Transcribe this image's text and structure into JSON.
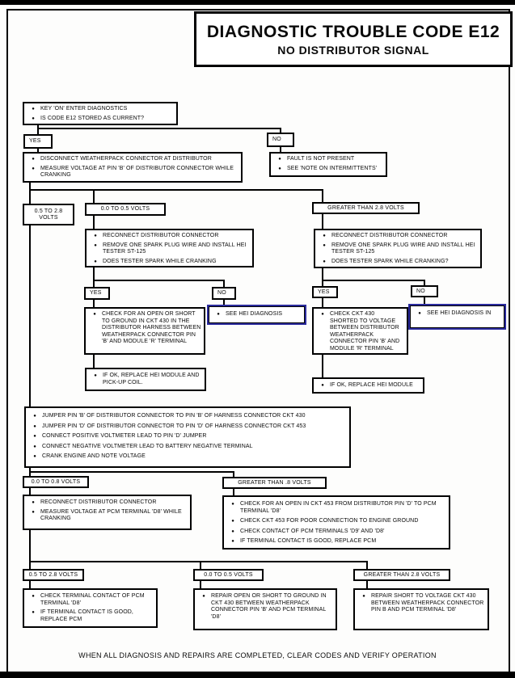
{
  "page": {
    "title": "DIAGNOSTIC TROUBLE CODE E12",
    "subtitle": "NO DISTRIBUTOR SIGNAL",
    "footer": "WHEN ALL DIAGNOSIS AND REPAIRS ARE COMPLETED, CLEAR CODES AND VERIFY OPERATION"
  },
  "icons": {
    "bullet": "●"
  },
  "colors": {
    "line": "#000000",
    "highlight_border": "#2b2b9e"
  },
  "nodes": {
    "start": [
      "KEY 'ON' ENTER DIAGNOSTICS",
      "IS CODE E12 STORED AS CURRENT?"
    ],
    "yes1": "YES",
    "no1": "NO",
    "disconnect": [
      "DISCONNECT WEATHERPACK CONNECTOR AT DISTRIBUTOR",
      "MEASURE VOLTAGE AT PIN 'B' OF DISTRIBUTOR CONNECTOR WHILE CRANKING"
    ],
    "fault_not_present": [
      "FAULT IS NOT PRESENT",
      "SEE 'NOTE ON INTERMITTENTS'"
    ],
    "v_05_28": "0.5 TO 2.8 VOLTS",
    "v_00_05": "0.0 TO 0.5 VOLTS",
    "v_gt_28": "GREATER THAN 2.8 VOLTS",
    "reconnect_mid": [
      "RECONNECT DISTRIBUTOR CONNECTOR",
      "REMOVE ONE SPARK PLUG WIRE AND INSTALL HEI TESTER ST-125",
      "DOES TESTER SPARK WHILE CRANKING"
    ],
    "reconnect_right": [
      "RECONNECT DISTRIBUTOR CONNECTOR",
      "REMOVE ONE SPARK PLUG WIRE AND INSTALL HEI TESTER ST-125",
      "DOES TESTER SPARK WHILE CRANKING?"
    ],
    "yes2": "YES",
    "no2": "NO",
    "check_open_short": [
      "CHECK FOR AN OPEN OR SHORT TO GROUND IN CKT 430 IN THE DISTRIBUTOR HARNESS BETWEEN WEATHERPACK CONNECTOR PIN 'B' AND MODULE 'R' TERMINAL"
    ],
    "see_hei_1": [
      "SEE HEI DIAGNOSIS"
    ],
    "if_ok_1": [
      "IF OK, REPLACE HEI MODULE AND PICK-UP COIL."
    ],
    "yes3": "YES",
    "no3": "NO",
    "check_ckt430": [
      "CHECK CKT 430 SHORTED TO VOLTAGE BETWEEN DISTRIBUTOR WEATHERPACK CONNECTOR PIN 'B' AND MODULE 'R' TERMINAL"
    ],
    "see_hei_2": [
      "SEE HEI DIAGNOSIS IN"
    ],
    "if_ok_2": [
      "IF OK, REPLACE HEI MODULE"
    ],
    "jumper": [
      "JUMPER PIN 'B' OF DISTRIBUTOR CONNECTOR TO PIN 'B' OF HARNESS CONNECTOR CKT 430",
      "JUMPER PIN 'D' OF DISTRIBUTOR CONNECTOR TO PIN 'D' OF HARNESS CONNECTOR CKT 453",
      "CONNECT POSITIVE VOLTMETER LEAD TO PIN 'D' JUMPER",
      "CONNECT NEGATIVE VOLTMETER LEAD TO BATTERY NEGATIVE TERMINAL",
      "CRANK ENGINE AND NOTE VOLTAGE"
    ],
    "v_00_08": "0.0 TO 0.8 VOLTS",
    "v_gt_08": "GREATER THAN .8 VOLTS",
    "reconnect_pcm": [
      "RECONNECT DISTRIBUTOR CONNECTOR",
      "MEASURE VOLTAGE AT PCM TERMINAL 'D8' WHILE CRANKING"
    ],
    "check_ckt453": [
      "CHECK FOR AN OPEN IN CKT 453 FROM DISTRIBUTOR PIN 'D' TO PCM TERMINAL 'D8'",
      "CHECK CKT 453 FOR POOR CONNECTION TO ENGINE GROUND",
      "CHECK CONTACT OF PCM TERMINALS 'D9' AND 'D8'",
      "IF TERMINAL CONTACT IS GOOD,  REPLACE PCM"
    ],
    "v_05_28_b": "0.5 TO 2.8 VOLTS",
    "v_00_05_b": "0.0 TO 0.5 VOLTS",
    "v_gt_28_b": "GREATER THAN 2.8 VOLTS",
    "check_terminal": [
      "CHECK TERMINAL CONTACT OF PCM TERMINAL 'D8'",
      "IF TERMINAL CONTACT IS GOOD, REPLACE PCM"
    ],
    "repair_open": [
      "REPAIR OPEN OR SHORT TO GROUND IN CKT 430 BETWEEN WEATHERPACK CONNECTOR PIN 'B' AND PCM TERMINAL 'D8'"
    ],
    "repair_short": [
      "REPAIR SHORT TO VOLTAGE CKT 430 BETWEEN WEATHERPACK CONNECTOR PIN B AND PCM TERMINAL 'D8'"
    ]
  }
}
